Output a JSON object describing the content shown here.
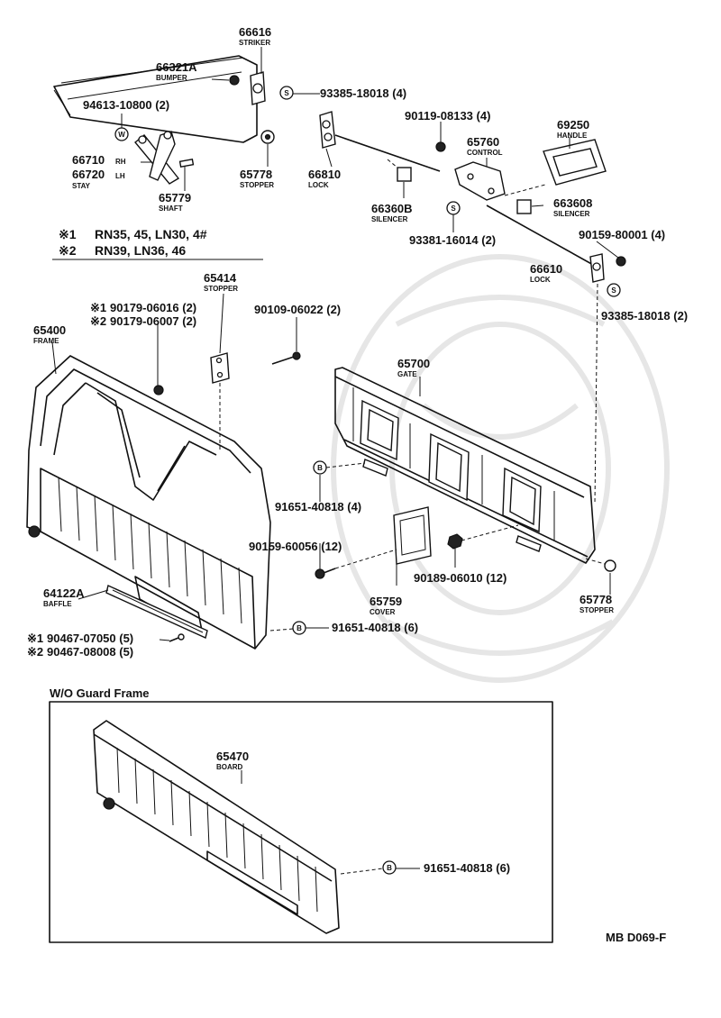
{
  "callouts": [
    {
      "id": "c1",
      "number": "66616",
      "name": "STRIKER"
    },
    {
      "id": "c2",
      "number": "66321A",
      "name": "BUMPER"
    },
    {
      "id": "c3",
      "number": "93385-18018 (4)",
      "name": ""
    },
    {
      "id": "c4",
      "number": "94613-10800 (2)",
      "name": ""
    },
    {
      "id": "c5",
      "number": "90119-08133 (4)",
      "name": ""
    },
    {
      "id": "c6",
      "number": "69250",
      "name": "HANDLE"
    },
    {
      "id": "c7",
      "number": "65760",
      "name": "CONTROL"
    },
    {
      "id": "c8",
      "number": "66710",
      "name": "RH"
    },
    {
      "id": "c9",
      "number": "66720",
      "name": "LH"
    },
    {
      "id": "c10",
      "number": "",
      "name": "STAY"
    },
    {
      "id": "c11",
      "number": "65778",
      "name": "STOPPER"
    },
    {
      "id": "c12",
      "number": "66810",
      "name": "LOCK"
    },
    {
      "id": "c13",
      "number": "66360B",
      "name": "SILENCER"
    },
    {
      "id": "c14",
      "number": "663608",
      "name": "SILENCER"
    },
    {
      "id": "c15",
      "number": "65779",
      "name": "SHAFT"
    },
    {
      "id": "c16",
      "number": "93381-16014 (2)",
      "name": ""
    },
    {
      "id": "c17",
      "number": "90159-80001 (4)",
      "name": ""
    },
    {
      "id": "c18",
      "number": "66610",
      "name": "LOCK"
    },
    {
      "id": "c19",
      "number": "93385-18018 (2)",
      "name": ""
    },
    {
      "id": "c20",
      "number": "65414",
      "name": "STOPPER"
    },
    {
      "id": "c21",
      "number": "90109-06022 (2)",
      "name": ""
    },
    {
      "id": "c22",
      "number": "90179-06016 (2)",
      "name": ""
    },
    {
      "id": "c23",
      "number": "90179-06007 (2)",
      "name": ""
    },
    {
      "id": "c24",
      "number": "65400",
      "name": "FRAME"
    },
    {
      "id": "c25",
      "number": "65700",
      "name": "GATE"
    },
    {
      "id": "c26",
      "number": "91651-40818 (4)",
      "name": ""
    },
    {
      "id": "c27",
      "number": "90159-60056 (12)",
      "name": ""
    },
    {
      "id": "c28",
      "number": "90189-06010 (12)",
      "name": ""
    },
    {
      "id": "c29",
      "number": "64122A",
      "name": "BAFFLE"
    },
    {
      "id": "c30",
      "number": "65759",
      "name": "COVER"
    },
    {
      "id": "c31",
      "number": "65778",
      "name": "STOPPER"
    },
    {
      "id": "c32",
      "number": "91651-40818 (6)",
      "name": ""
    },
    {
      "id": "c33",
      "number": "90467-07050 (5)",
      "name": ""
    },
    {
      "id": "c34",
      "number": "90467-08008 (5)",
      "name": ""
    },
    {
      "id": "c35",
      "number": "65470",
      "name": "BOARD"
    },
    {
      "id": "c36",
      "number": "91651-40818 (6)",
      "name": ""
    }
  ],
  "legend": {
    "mark1": "※1",
    "mark2": "※2",
    "models1": "RN35, 45, LN30, 4#",
    "models2": "RN39, LN36, 46"
  },
  "inset": {
    "title": "W/O Guard Frame"
  },
  "symbols": {
    "s_washer": "S",
    "w_washer": "W",
    "b_bolt": "B",
    "rh_mark": "RH",
    "lh_mark": "LH"
  },
  "diagram_code": "MB D069-F"
}
